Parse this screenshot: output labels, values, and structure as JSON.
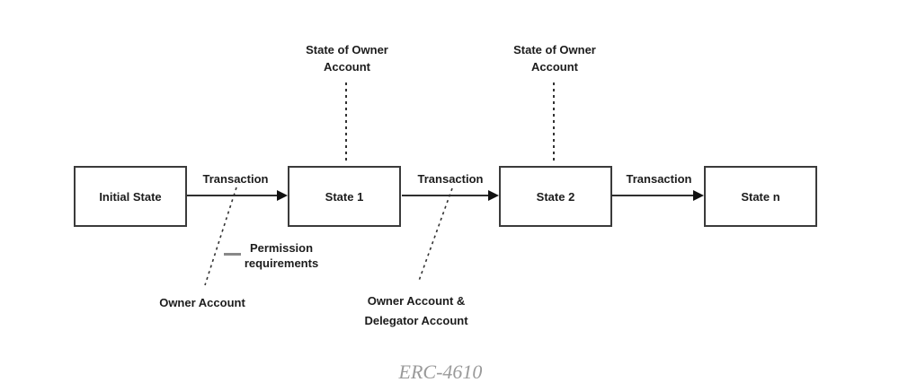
{
  "diagram": {
    "caption": "ERC-4610",
    "states": [
      {
        "label": "Initial State"
      },
      {
        "label": "State 1"
      },
      {
        "label": "State 2"
      },
      {
        "label": "State n"
      }
    ],
    "transitions": [
      {
        "label": "Transaction"
      },
      {
        "label": "Transaction"
      },
      {
        "label": "Transaction"
      }
    ],
    "top_annotations": [
      {
        "line1": "State of Owner",
        "line2": "Account"
      },
      {
        "line1": "State of Owner",
        "line2": "Account"
      }
    ],
    "legend": {
      "line1": "Permission",
      "line2": "requirements"
    },
    "bottom_annotations": [
      {
        "line1": "Owner Account",
        "line2": ""
      },
      {
        "line1": "Owner Account &",
        "line2": "Delegator Account"
      }
    ],
    "colors": {
      "background": "#ffffff",
      "box_border": "#3b3b3b",
      "arrow": "#2f2f2f",
      "arrow_head": "#111111",
      "text": "#1c1c1c",
      "dashed_line": "#333333",
      "legend_key_line": "#888888",
      "caption_text": "#9a9a9a"
    }
  }
}
